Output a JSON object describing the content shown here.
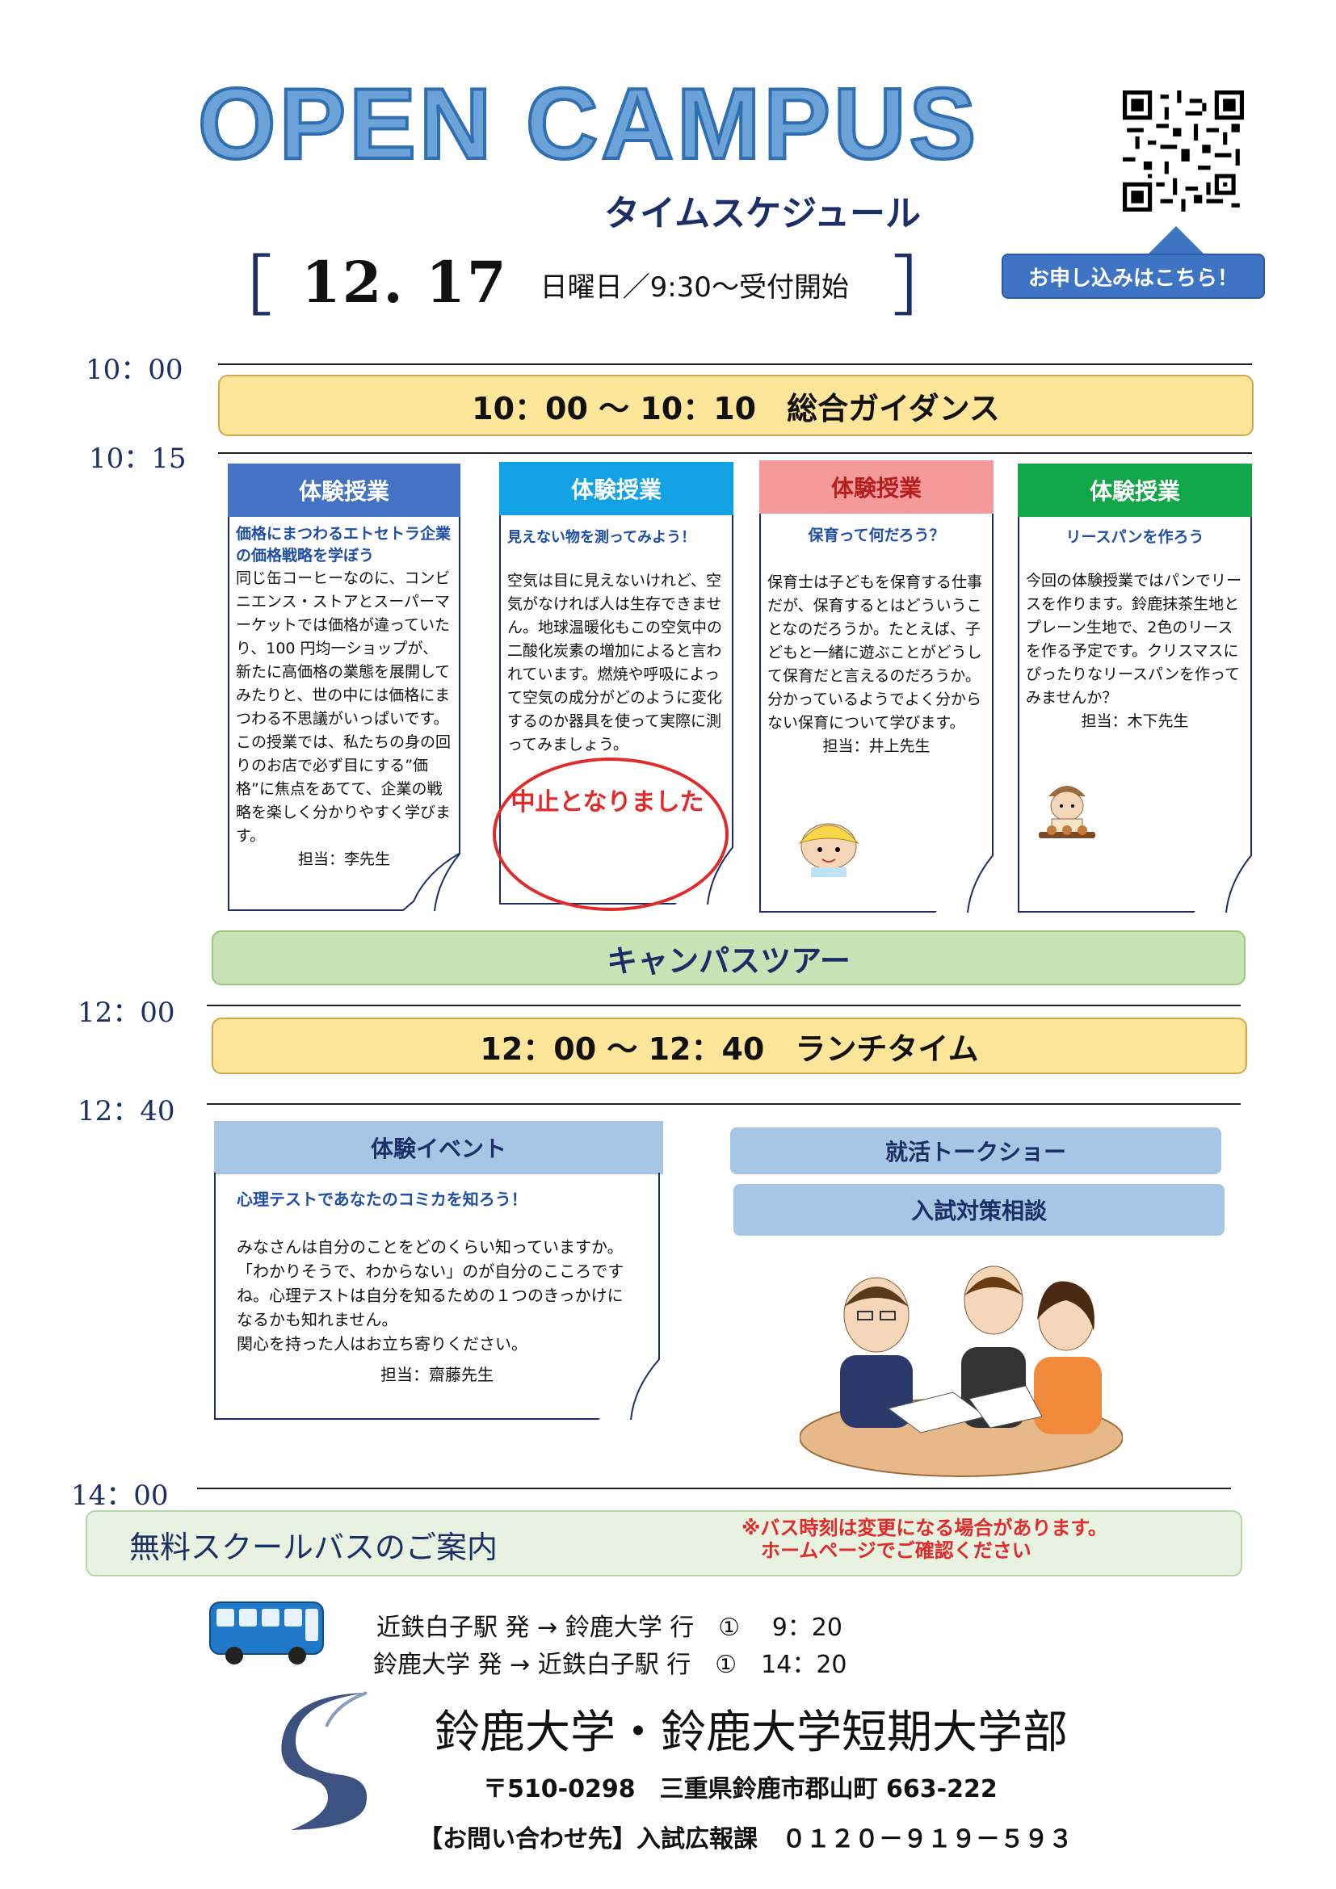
{
  "header": {
    "title": "OPEN CAMPUS",
    "subtitle": "タイムスケジュール",
    "apply_button": "お申し込みはこちら！",
    "bracket_left": "［",
    "bracket_right": "］",
    "date": "12. 17",
    "date_detail": "日曜日／9:30〜受付開始"
  },
  "times": {
    "t1000": "10：00",
    "t1015": "10：15",
    "t1200": "12：00",
    "t1240": "12：40",
    "t1400": "14：00"
  },
  "bars": {
    "guidance": "10：00 〜 10：10　総合ガイダンス",
    "campus_tour": "キャンパスツアー",
    "lunch": "12：00 〜 12：40　ランチタイム"
  },
  "classes": [
    {
      "head": "体験授業",
      "color": "#4472c4",
      "title": "価格にまつわるエトセトラ企業の価格戦略を学ぼう",
      "body": "同じ缶コーヒーなのに、コンビニエンス・ストアとスーパーマーケットでは価格が違っていたり、100 円均一ショップが、新たに高価格の業態を展開してみたりと、世の中には価格にまつわる不思議がいっぱいです。この授業では、私たちの身の回りのお店で必ず目にする”価格”に焦点をあてて、企業の戦略を楽しく分かりやすく学びます。",
      "teacher": "担当：李先生"
    },
    {
      "head": "体験授業",
      "color": "#13a3e4",
      "title": "見えない物を測ってみよう！",
      "body": "空気は目に見えないけれど、空気がなければ人は生存できません。地球温暖化もこの空気中の二酸化炭素の増加によると言われています。燃焼や呼吸によって空気の成分がどのように変化するのか器具を使って実際に測ってみましょう。",
      "teacher": ""
    },
    {
      "head": "体験授業",
      "color": "#f49a9a",
      "title": "保育って何だろう？",
      "body": "保育士は子どもを保育する仕事だが、保育するとはどういうことなのだろうか。たとえば、子どもと一緒に遊ぶことがどうして保育だと言えるのだろうか。分かっているようでよく分からない保育について学びます。",
      "teacher": "担当：井上先生"
    },
    {
      "head": "体験授業",
      "color": "#12a64a",
      "title": "リースパンを作ろう",
      "body": "今回の体験授業ではパンでリースを作ります。鈴鹿抹茶生地とプレーン生地で、2色のリースを作る予定です。クリスマスにぴったりなリースパンを作ってみませんか？",
      "teacher": "担当：木下先生"
    }
  ],
  "cancelled": "中止となりました",
  "event": {
    "head": "体験イベント",
    "title": "心理テストであなたのコミカを知ろう！",
    "body1": "みなさんは自分のことをどのくらい知っていますか。「わかりそうで、わからない」のが自分のこころですね。心理テストは自分を知るための１つのきっかけになるかも知れません。",
    "body2": "関心を持った人はお立ち寄りください。",
    "teacher": "担当：齋藤先生"
  },
  "side_events": {
    "talk_show": "就活トークショー",
    "exam_consult": "入試対策相談"
  },
  "bus": {
    "title": "無料スクールバスのご案内",
    "note1": "※バス時刻は変更になる場合があります。",
    "note2": "ホームページでご確認ください",
    "route1": "近鉄白子駅 発 → 鈴鹿大学 行　①　 9：20",
    "route2": "鈴鹿大学 発 → 近鉄白子駅 行　①　14：20"
  },
  "footer": {
    "university": "鈴鹿大学・鈴鹿大学短期大学部",
    "address": "〒510-0298　三重県鈴鹿市郡山町 663-222",
    "contact": "【お問い合わせ先】入試広報課　０１２０－９１９－５９３"
  }
}
